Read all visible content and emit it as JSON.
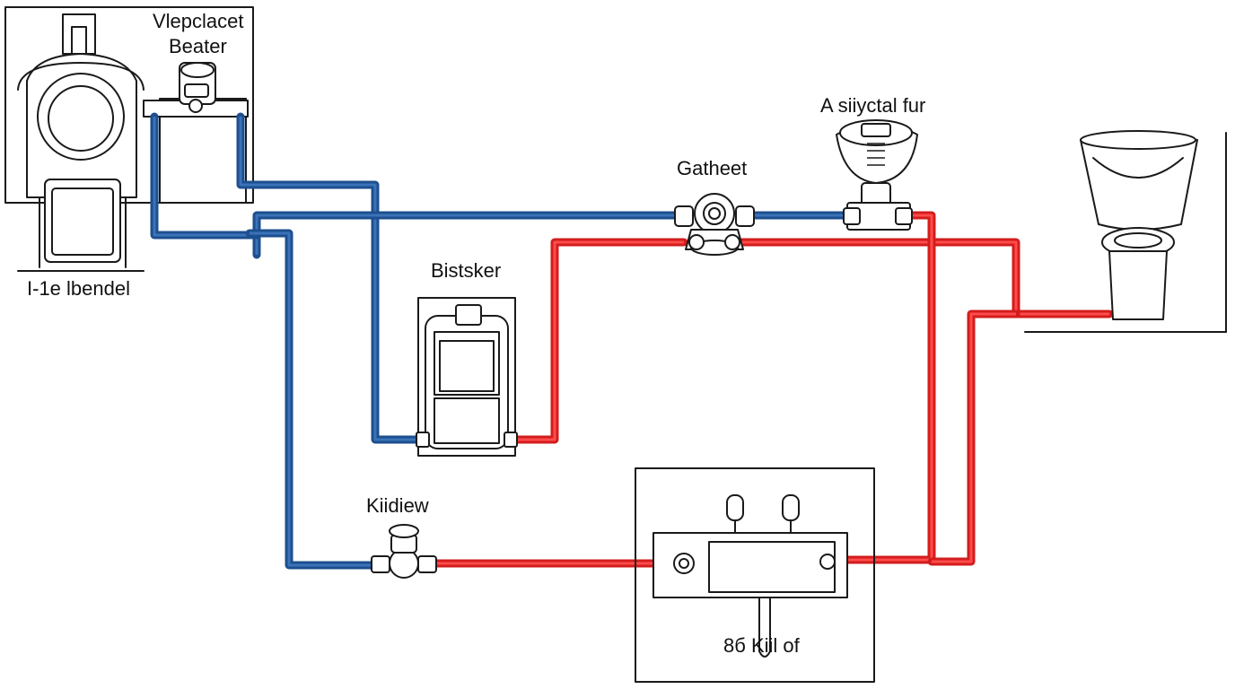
{
  "labels": {
    "boiler": "I-1e lbendel",
    "heater_line1": "Vlepclacet",
    "heater_line2": "Beater",
    "storage_tank": "Bistsker",
    "valve_center": "Gatheet",
    "top_unit": "A siiyctal fur",
    "bottom_valve": "Kiidiew",
    "sink": "8б Kiil of"
  },
  "colors": {
    "cold_pipe": "#1d4f8f",
    "hot_pipe": "#d31d1d",
    "line_art": "#1a1a1a",
    "background": "#ffffff"
  }
}
